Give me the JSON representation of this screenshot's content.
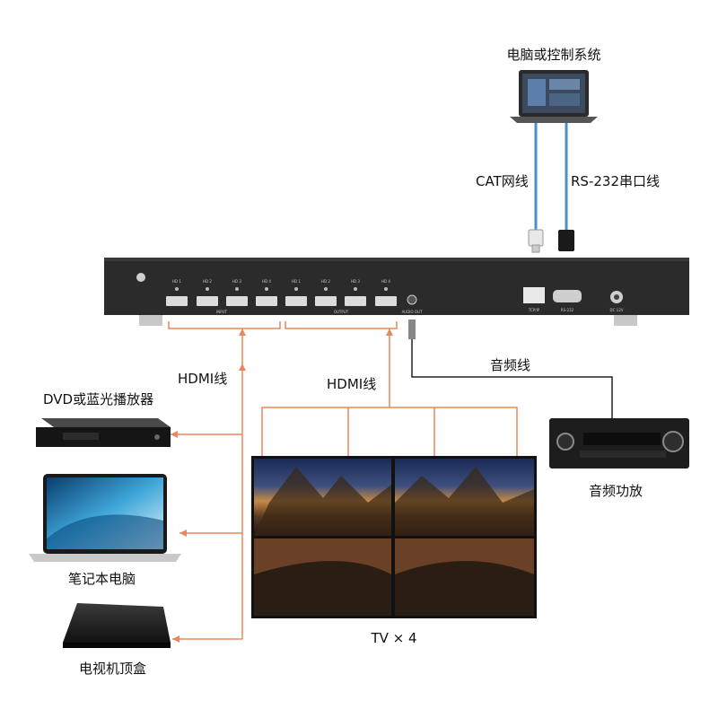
{
  "labels": {
    "computer": "电脑或控制系统",
    "cat_cable": "CAT网线",
    "rs232_cable": "RS-232串口线",
    "hdmi_in": "HDMI线",
    "hdmi_out": "HDMI线",
    "audio_cable": "音频线",
    "amplifier": "音频功放",
    "dvd": "DVD或蓝光播放器",
    "laptop": "笔记本电脑",
    "stb": "电视机顶盒",
    "tv": "TV × 4"
  },
  "device_panel": {
    "inputs": [
      "HD 1",
      "HD 2",
      "HD 3",
      "HD 4"
    ],
    "input_group": "INPUT",
    "outputs": [
      "HD 1",
      "HD 2",
      "HD 3",
      "HD 4"
    ],
    "output_group": "OUTPUT",
    "audio_port": "AUDIO OUT",
    "lan_port": "TCP/IP",
    "serial_port": "RS-232",
    "power_port": "DC 12V"
  },
  "colors": {
    "hdmi_line": "#e8875c",
    "network_line": "#4a90c8",
    "audio_line": "#222222",
    "device_body": "#2b2b2b"
  }
}
